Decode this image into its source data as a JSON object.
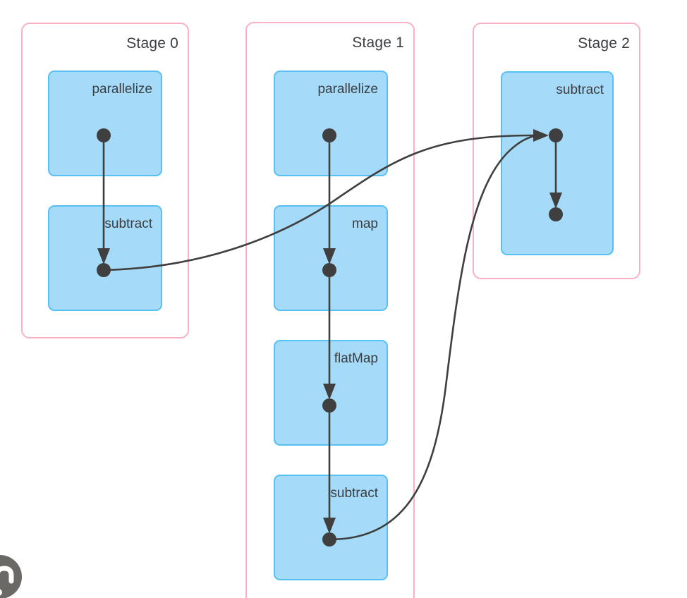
{
  "theme": {
    "stage_border": "#f9b1c3",
    "node_fill": "#a5dbf8",
    "node_border": "#57c1f3",
    "edge_color": "#3f3f3f",
    "text_color": "#3a3d41",
    "corner_button_bg": "#6b6966",
    "corner_button_glyph": "#ffffff"
  },
  "diagram": {
    "stages": [
      {
        "title": "Stage 0",
        "nodes": [
          {
            "label": "parallelize"
          },
          {
            "label": "subtract"
          }
        ]
      },
      {
        "title": "Stage 1",
        "nodes": [
          {
            "label": "parallelize"
          },
          {
            "label": "map"
          },
          {
            "label": "flatMap"
          },
          {
            "label": "subtract"
          }
        ]
      },
      {
        "title": "Stage 2",
        "nodes": [
          {
            "label": "subtract"
          }
        ]
      }
    ],
    "edges": [
      {
        "from": "stage0.parallelize",
        "to": "stage0.subtract",
        "shape": "straight-down"
      },
      {
        "from": "stage0.subtract",
        "to": "stage2.subtract",
        "shape": "curve-right"
      },
      {
        "from": "stage1.parallelize",
        "to": "stage1.map",
        "shape": "straight-down"
      },
      {
        "from": "stage1.map",
        "to": "stage1.flatMap",
        "shape": "straight-down"
      },
      {
        "from": "stage1.flatMap",
        "to": "stage1.subtract",
        "shape": "straight-down"
      },
      {
        "from": "stage1.subtract",
        "to": "stage2.subtract",
        "shape": "curve-up-right"
      },
      {
        "from": "stage2.subtract",
        "to": "stage2.output",
        "shape": "straight-down"
      }
    ]
  }
}
